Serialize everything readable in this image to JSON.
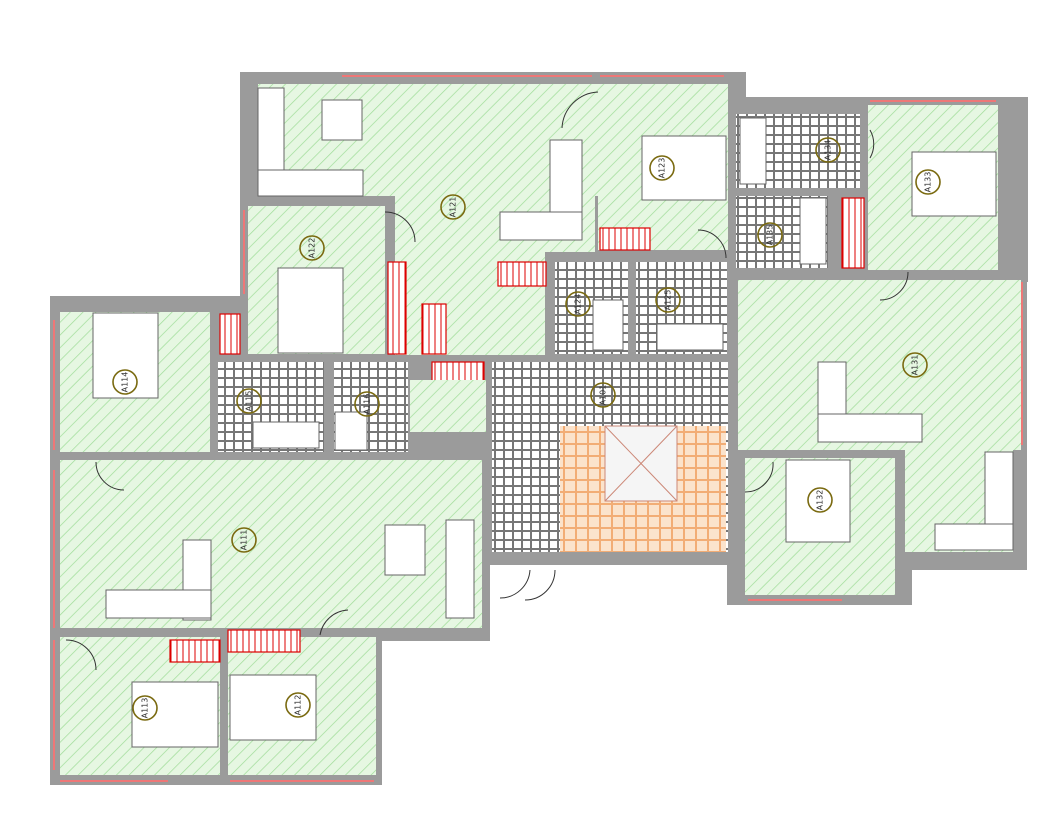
{
  "plan": {
    "rooms": {
      "a121": "A121",
      "a122": "A122",
      "a123": "A123",
      "a124": "A124",
      "a125": "A125",
      "a131": "A131",
      "a132": "A132",
      "a133": "A133",
      "a134": "A134",
      "a135": "A135",
      "a111": "A111",
      "a112": "A112",
      "a113": "A113",
      "a114": "A114",
      "a115": "A115",
      "a116": "A116",
      "a101": "A101"
    },
    "colors": {
      "floor": "#dff5dc",
      "hatch": "#8fd38a",
      "wall": "#9b9b9b",
      "window": "#e77777",
      "wardrobe": "#dd0000",
      "stair": "#f0b27a"
    }
  }
}
